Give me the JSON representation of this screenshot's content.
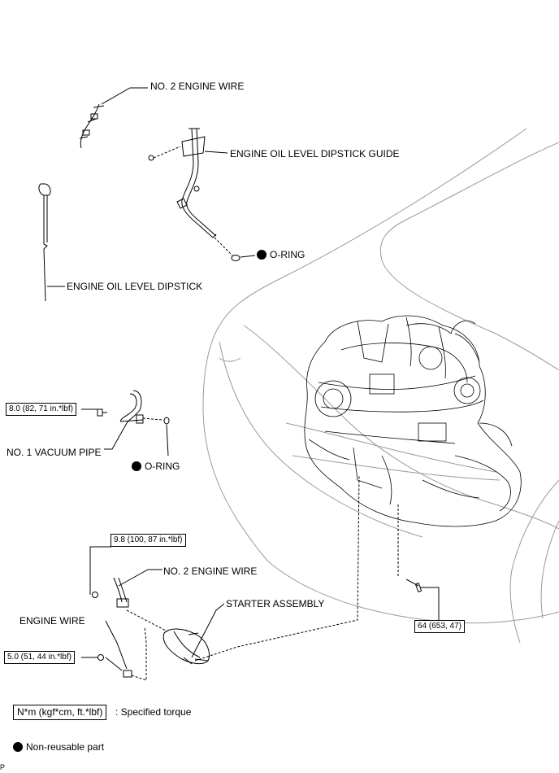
{
  "labels": {
    "no2_engine_wire_top": "NO. 2 ENGINE WIRE",
    "dipstick_guide": "ENGINE OIL LEVEL DIPSTICK GUIDE",
    "o_ring_top": "O-RING",
    "dipstick": "ENGINE OIL LEVEL DIPSTICK",
    "no1_vacuum_pipe": "NO. 1 VACUUM PIPE",
    "o_ring_mid": "O-RING",
    "no2_engine_wire_bottom": "NO. 2 ENGINE WIRE",
    "starter_assembly": "STARTER ASSEMBLY",
    "engine_wire": "ENGINE WIRE"
  },
  "torques": {
    "vacuum_pipe_bolt": "8.0 (82, 71 in.*lbf)",
    "wire_nut": "9.8 (100, 87 in.*lbf)",
    "engine_wire_nut": "5.0 (51, 44 in.*lbf)",
    "starter_bolt": "64 (653, 47)"
  },
  "legend": {
    "torque_unit": "N*m (kgf*cm, ft.*lbf)",
    "torque_desc": ": Specified torque",
    "non_reusable": "Non-reusable part"
  },
  "footer": {
    "code": "P"
  }
}
